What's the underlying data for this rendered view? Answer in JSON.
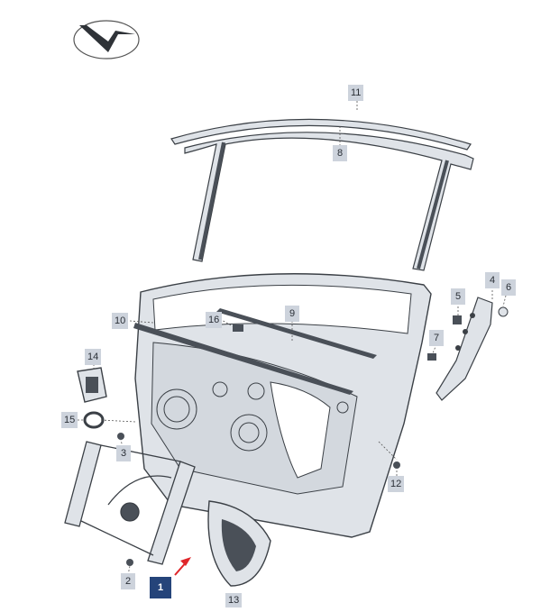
{
  "logo": {
    "icon": "brand-emblem-icon"
  },
  "callouts": [
    {
      "label": "11"
    },
    {
      "label": "8"
    },
    {
      "label": "5"
    },
    {
      "label": "4"
    },
    {
      "label": "6"
    },
    {
      "label": "16"
    },
    {
      "label": "9"
    },
    {
      "label": "10"
    },
    {
      "label": "7"
    },
    {
      "label": "14"
    },
    {
      "label": "15"
    },
    {
      "label": "3"
    },
    {
      "label": "12"
    },
    {
      "label": "2"
    },
    {
      "label": "1",
      "selected": true
    },
    {
      "label": "13"
    }
  ],
  "colors": {
    "part_fill": "#dfe3e8",
    "part_stroke": "#3b4046",
    "seal_dark": "#4a5058",
    "callout_bg": "#cdd3dc",
    "callout_selected_bg": "#25447a",
    "pointer_arrow": "#e0262a"
  }
}
